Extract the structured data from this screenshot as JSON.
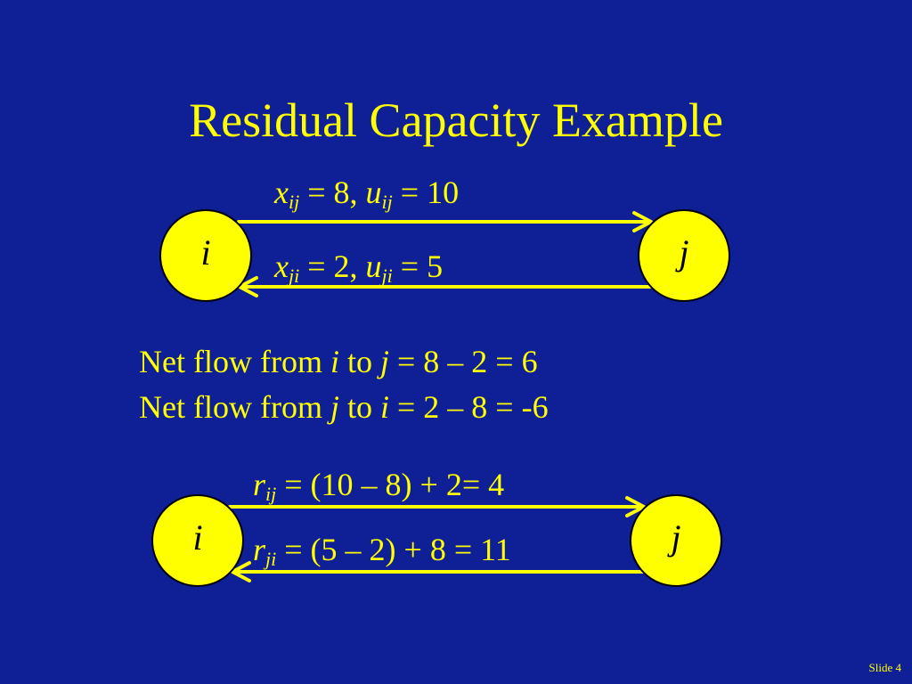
{
  "title": "Residual Capacity Example",
  "colors": {
    "background": "#0f1f96",
    "foreground": "#ffff00",
    "node_fill": "#ffff00",
    "node_text": "#000000"
  },
  "top_diagram": {
    "node_left": "i",
    "node_right": "j",
    "forward_label": {
      "var1": "x",
      "sub1": "ij",
      "val1": " = 8,  ",
      "var2": "u",
      "sub2": "ij",
      "val2": " = 10"
    },
    "backward_label": {
      "var1": "x",
      "sub1": "ji",
      "val1": " = 2,  ",
      "var2": "u",
      "sub2": "ji",
      "val2": " = 5"
    }
  },
  "net_flow": [
    {
      "prefix": "Net flow from ",
      "a": "i",
      "mid": " to ",
      "b": "j",
      "rest": " = 8 – 2 = 6"
    },
    {
      "prefix": "Net flow from ",
      "a": "j",
      "mid": " to ",
      "b": "i",
      "rest": " = 2 – 8 = -6"
    }
  ],
  "bottom_diagram": {
    "node_left": "i",
    "node_right": "j",
    "forward_label": {
      "var": "r",
      "sub": "ij",
      "expr": " = (10 – 8) + 2= 4"
    },
    "backward_label": {
      "var": "r",
      "sub": "ji",
      "expr": " = (5 – 2) + 8 = 11"
    }
  },
  "footer": {
    "slide_number": "Slide 4"
  }
}
